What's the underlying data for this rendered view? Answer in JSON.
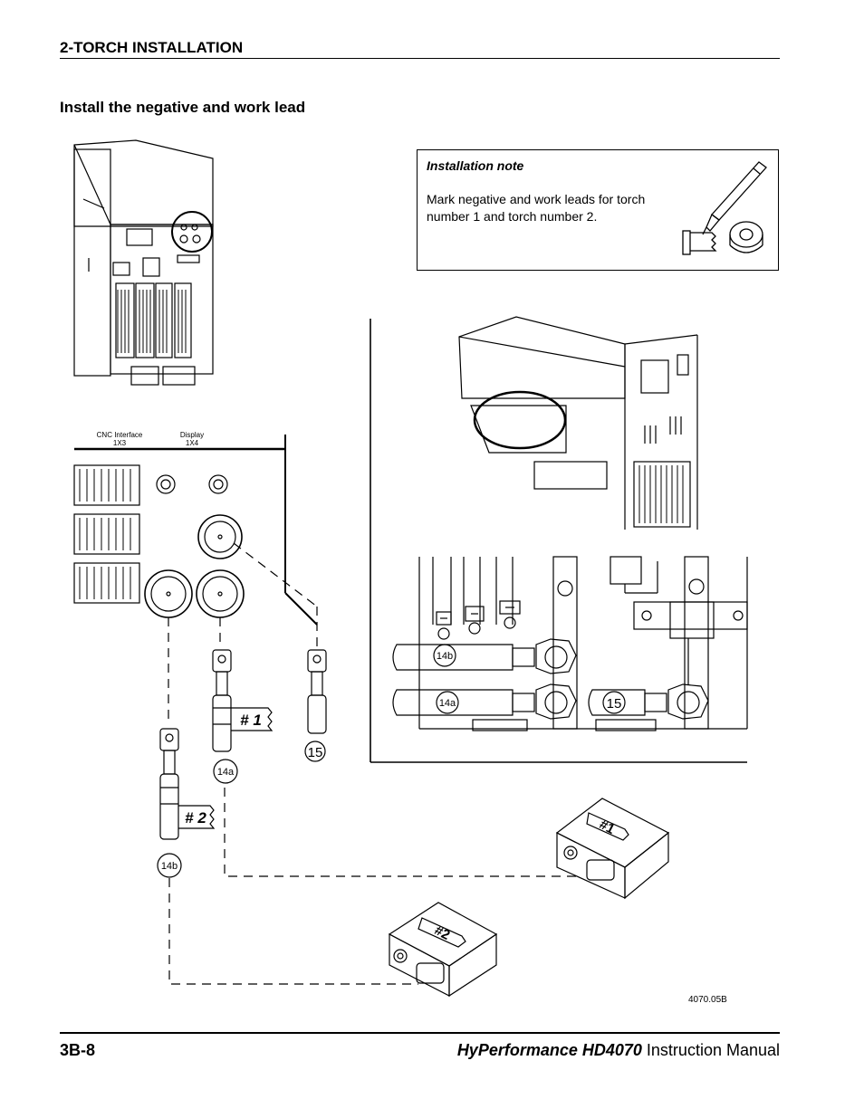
{
  "header": {
    "section": "2-TORCH INSTALLATION"
  },
  "section_title": "Install the negative and work lead",
  "note": {
    "title": "Installation note",
    "body": "Mark negative and work leads for torch number 1 and torch number 2."
  },
  "panel_labels": {
    "cnc": "CNC Interface",
    "cnc_id": "1X3",
    "display": "Display",
    "display_id": "1X4"
  },
  "callouts": {
    "c14a": "14a",
    "c14b": "14b",
    "c15": "15"
  },
  "tags": {
    "t1": "# 1",
    "t2": "# 2",
    "box1": "#1",
    "box2": "#2"
  },
  "figure_number": "4070.05B",
  "footer": {
    "page": "3B-8",
    "product": "HyPerformance HD4070",
    "manual": " Instruction Manual"
  }
}
